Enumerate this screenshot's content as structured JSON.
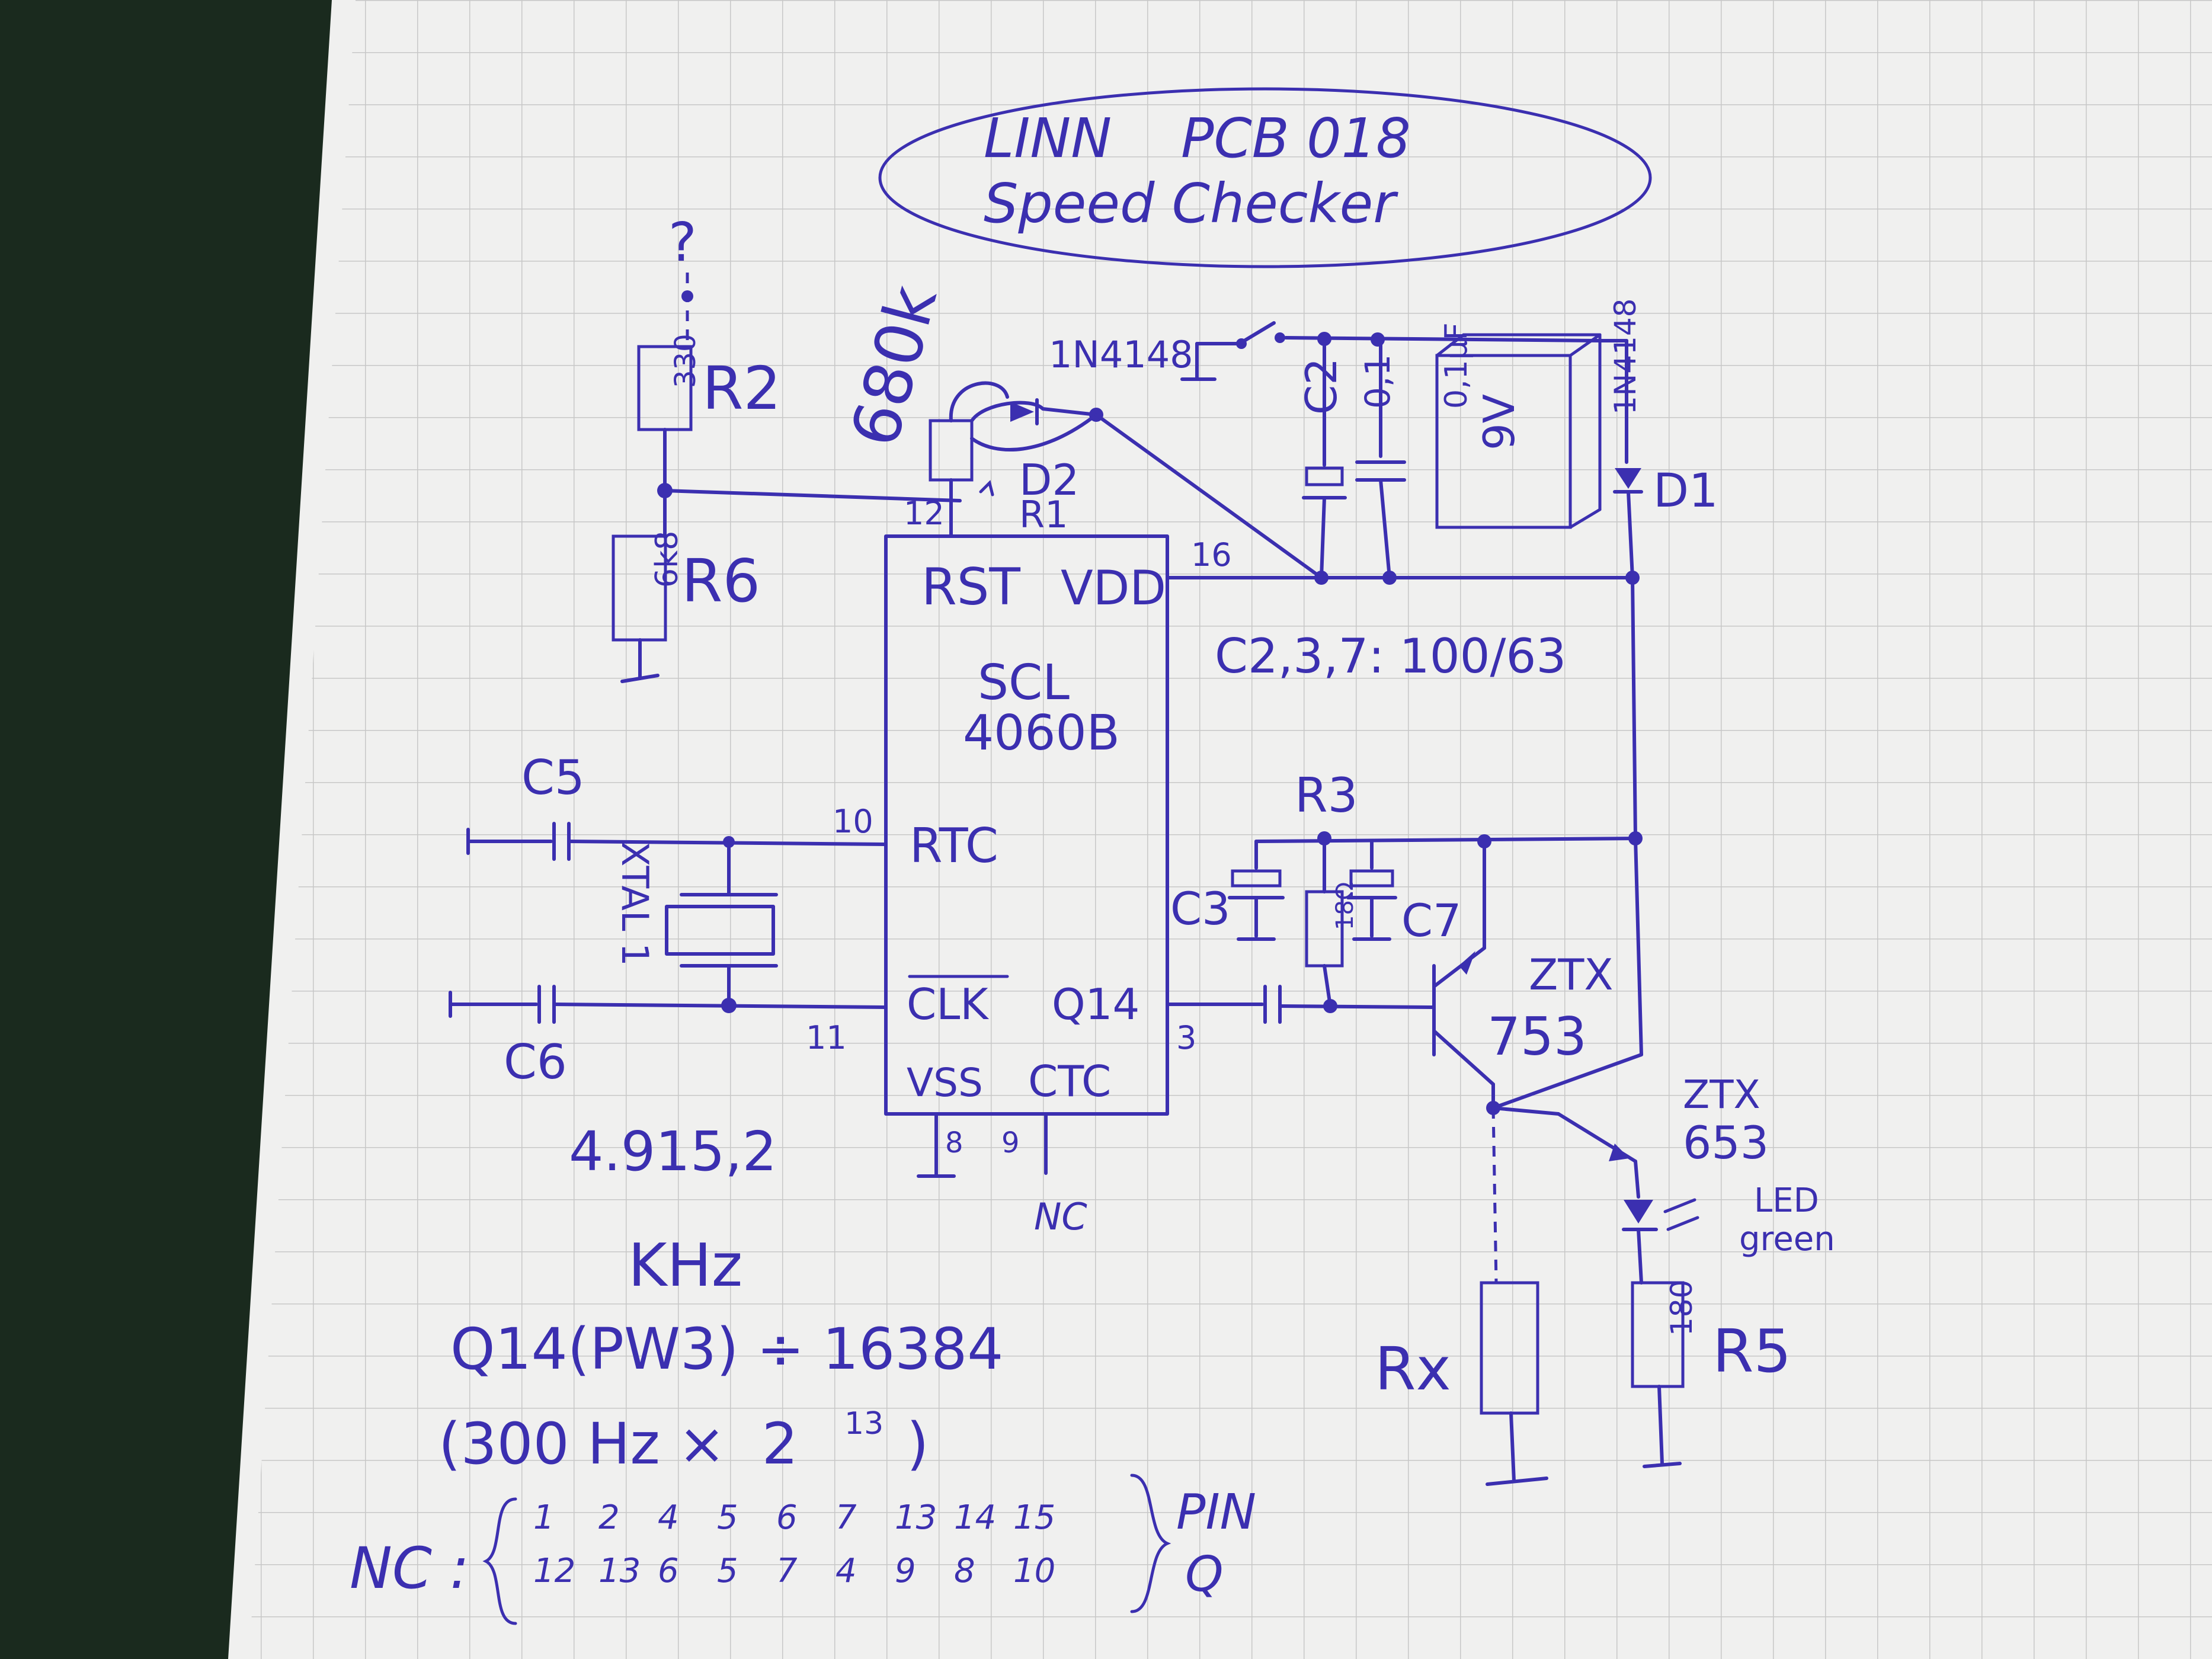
{
  "title": {
    "line1": "LINN    PCB 018",
    "line2": "Speed Checker"
  },
  "ic": {
    "name_line1": "SCL",
    "name_line2": "4060B",
    "pin_rst": "RST",
    "pin_vdd": "VDD",
    "pin_rtc": "RTC",
    "pin_clk": "CLK",
    "pin_q14": "Q14",
    "pin_vss": "VSS",
    "pin_ctc": "CTC"
  },
  "pins": {
    "p12": "12",
    "p16": "16",
    "p10": "10",
    "p11": "11",
    "p3": "3",
    "p8": "8",
    "p9": "9"
  },
  "components": {
    "r2": "R2",
    "r2_value": "330",
    "r6": "R6",
    "r6_value": "6k8",
    "r1_value": "680k",
    "r1": "R1",
    "d2": "D2",
    "d2_type": "1N4148",
    "c2": "C2",
    "c_small": "0,1",
    "c_small_unit": "0,1µF",
    "battery": "9V",
    "d1_type": "1N4148",
    "d1": "D1",
    "c5": "C5",
    "c6": "C6",
    "xtal": "XTAL 1",
    "r3": "R3",
    "r3_value": "18Ω",
    "c3": "C3",
    "c7": "C7",
    "q1": "ZTX",
    "q1_num": "753",
    "q2": "ZTX",
    "q2_num": "653",
    "led_line1": "LED",
    "led_line2": "green",
    "r5": "R5",
    "r5_value": "180",
    "rx": "Rx",
    "nc": "NC",
    "question": "?"
  },
  "notes": {
    "caps": "C2,3,7: 100/63",
    "freq": "4.915,2",
    "freq_unit": "KHz",
    "formula": "Q14(PW3) ÷ 16384",
    "formula2": "(300 Hz ×  2",
    "formula2_exp": "13",
    "formula2_close": ")",
    "nc_label": "NC :",
    "pin_row": [
      "1",
      "2",
      "4",
      "5",
      "6",
      "7",
      "13",
      "14",
      "15"
    ],
    "q_row": [
      "12",
      "13",
      "6",
      "5",
      "7",
      "4",
      "9",
      "8",
      "10"
    ],
    "pin_label": "PIN",
    "q_label": "Q"
  }
}
